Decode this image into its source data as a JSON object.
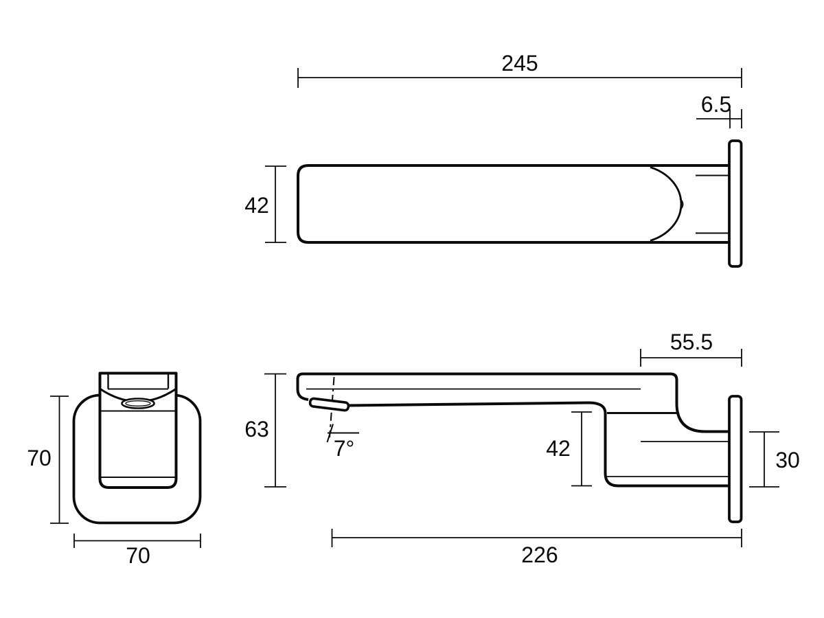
{
  "page": {
    "background_color": "#ffffff",
    "line_color": "#0a0a0a"
  },
  "drawing": {
    "kind": "technical-dimension-drawing",
    "subject": "wall-mounted-spout"
  },
  "views": {
    "plan": {
      "name": "plan-view",
      "dims": {
        "overall_length": "245",
        "wall_plate_thickness": "6.5",
        "spout_width": "42"
      }
    },
    "front": {
      "name": "front-view",
      "dims": {
        "plate_height": "70",
        "plate_width": "70"
      }
    },
    "side": {
      "name": "side-view",
      "dims": {
        "overall_height": "63",
        "outlet_angle": "7°",
        "rear_section_length": "55.5",
        "body_drop": "42",
        "inlet_stub_height": "30",
        "outlet_projection": "226"
      }
    }
  }
}
